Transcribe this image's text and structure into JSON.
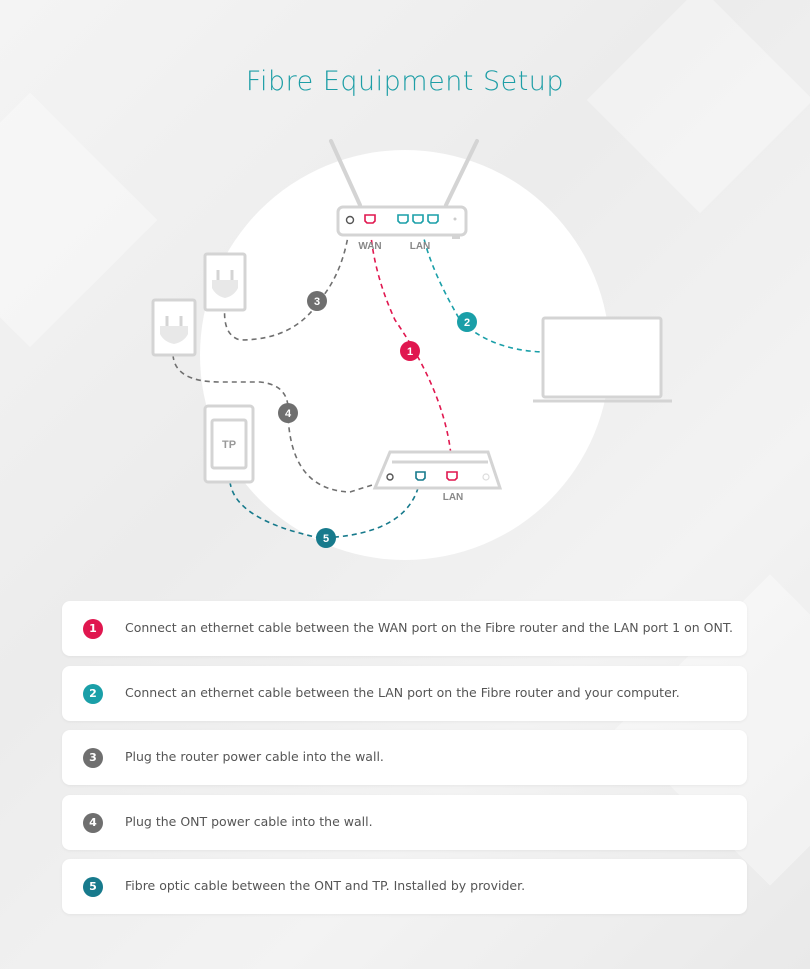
{
  "title": "Fibre Equipment Setup",
  "colors": {
    "red": "#e0174f",
    "teal": "#1a9fa8",
    "gray": "#6f6f6f",
    "dark_teal": "#177a8c",
    "device": "#d4d4d4"
  },
  "diagram": {
    "router_wan_label": "WAN",
    "router_lan_label": "LAN",
    "ont_lan_label": "LAN",
    "tp_label": "TP",
    "badges": [
      "1",
      "2",
      "3",
      "4",
      "5"
    ]
  },
  "steps": [
    {
      "number": "1",
      "text": "Connect an ethernet cable between the WAN port on the Fibre router and the LAN port 1 on ONT.",
      "color": "#e0174f"
    },
    {
      "number": "2",
      "text": "Connect an ethernet cable between the LAN port on the Fibre router and your computer.",
      "color": "#1a9fa8"
    },
    {
      "number": "3",
      "text": "Plug the router power cable into the wall.",
      "color": "#6f6f6f"
    },
    {
      "number": "4",
      "text": "Plug the ONT power cable into the wall.",
      "color": "#6f6f6f"
    },
    {
      "number": "5",
      "text": "Fibre optic cable between the ONT and TP. Installed by provider.",
      "color": "#177a8c"
    }
  ]
}
